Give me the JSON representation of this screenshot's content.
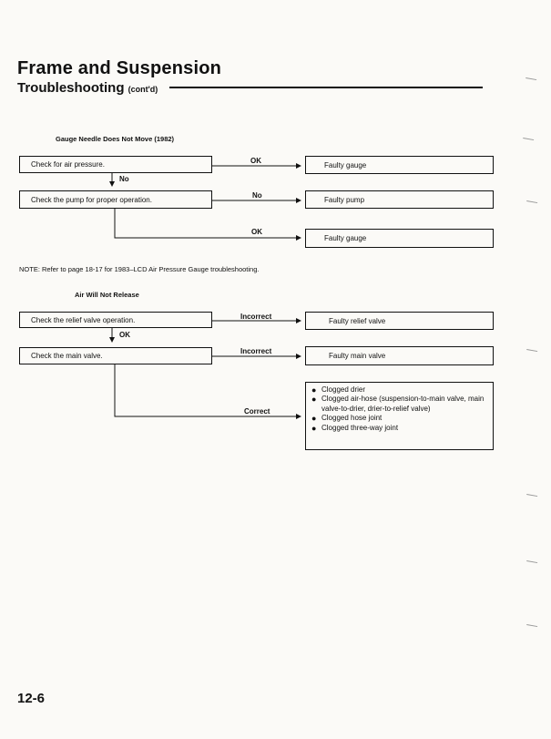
{
  "header": {
    "title": "Frame and Suspension",
    "subtitle": "Troubleshooting",
    "subtitle_suffix": "(cont'd)"
  },
  "section1": {
    "title": "Gauge Needle Does Not Move (1982)",
    "box_check_air": "Check for air pressure.",
    "box_check_pump": "Check the pump for proper operation.",
    "result_gauge_1": "Faulty gauge",
    "result_pump": "Faulty pump",
    "result_gauge_2": "Faulty gauge",
    "label_ok_1": "OK",
    "label_no_down": "No",
    "label_no_right": "No",
    "label_ok_2": "OK"
  },
  "note": "NOTE:  Refer to page 18-17 for 1983–LCD Air Pressure Gauge troubleshooting.",
  "section2": {
    "title": "Air Will Not Release",
    "box_relief": "Check the relief valve operation.",
    "box_main": "Check the main valve.",
    "result_relief": "Faulty relief valve",
    "result_main": "Faulty main valve",
    "label_incorrect_1": "Incorrect",
    "label_ok_down": "OK",
    "label_incorrect_2": "Incorrect",
    "label_correct": "Correct",
    "causes": [
      "Clogged drier",
      "Clogged air-hose (suspension-to-main valve, main valve-to-drier, drier-to-relief valve)",
      "Clogged hose joint",
      "Clogged three-way joint"
    ]
  },
  "footer": {
    "page_number": "12-6"
  }
}
